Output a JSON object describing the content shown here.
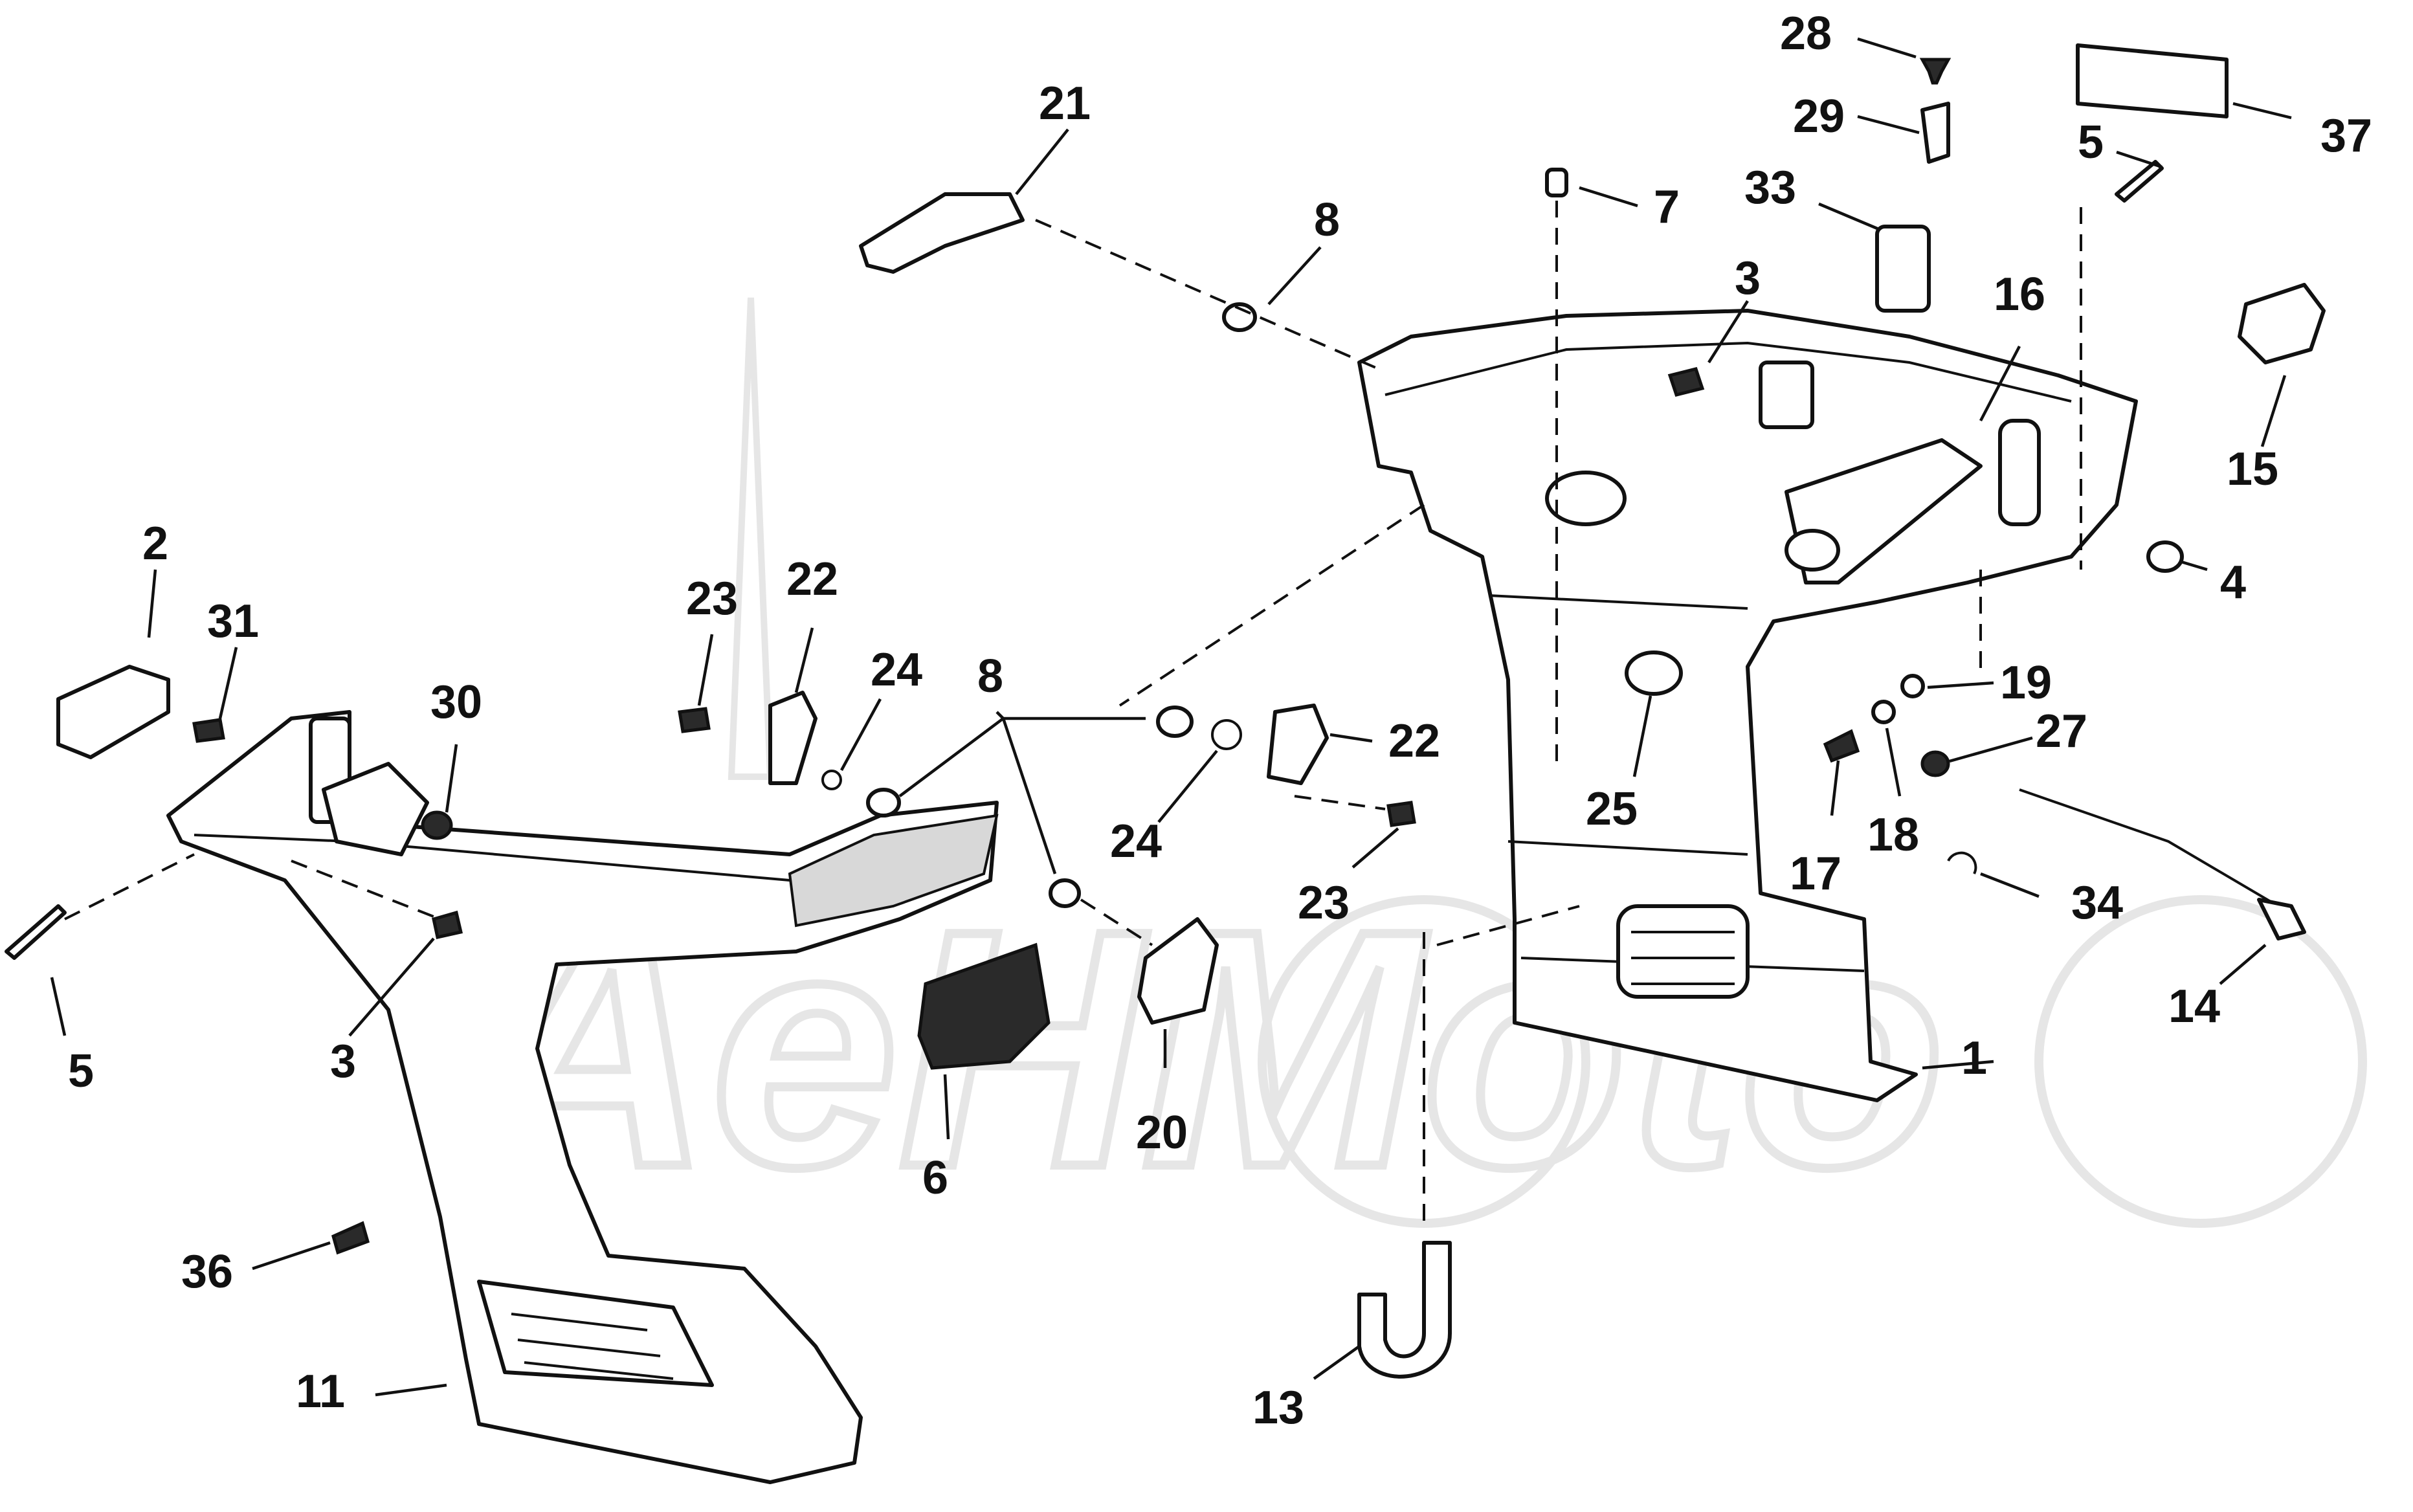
{
  "watermark": "AeHMoto",
  "labels": [
    "1",
    "2",
    "3",
    "3",
    "4",
    "5",
    "5",
    "6",
    "7",
    "8",
    "8",
    "11",
    "13",
    "14",
    "15",
    "16",
    "17",
    "18",
    "19",
    "20",
    "21",
    "22",
    "22",
    "23",
    "23",
    "24",
    "24",
    "25",
    "27",
    "28",
    "29",
    "30",
    "31",
    "33",
    "34",
    "36",
    "37"
  ],
  "colors": {
    "ink": "#111111",
    "background": "#ffffff",
    "watermark": "#e6e6e6"
  }
}
